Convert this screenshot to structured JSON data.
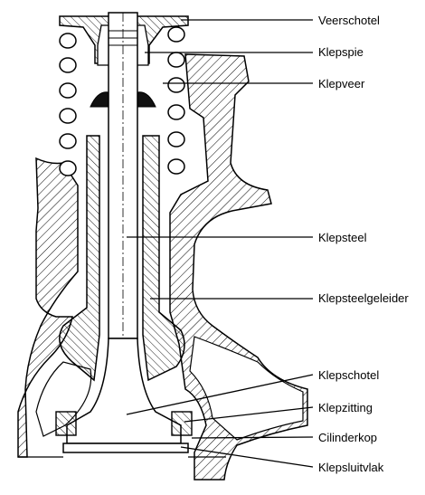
{
  "labels": {
    "veerschotel": "Veerschotel",
    "klepspie": "Klepspie",
    "klepveer": "Klepveer",
    "klepsteel": "Klepsteel",
    "klepsteelgeleider": "Klepsteelgeleider",
    "klepschotel": "Klepschotel",
    "klepzitting": "Klepzitting",
    "cilinderkop": "Cilinderkop",
    "klepsluitvlak": "Klepsluitvlak"
  },
  "colors": {
    "ink": "#000000",
    "paper": "#ffffff",
    "seal": "#111111"
  }
}
